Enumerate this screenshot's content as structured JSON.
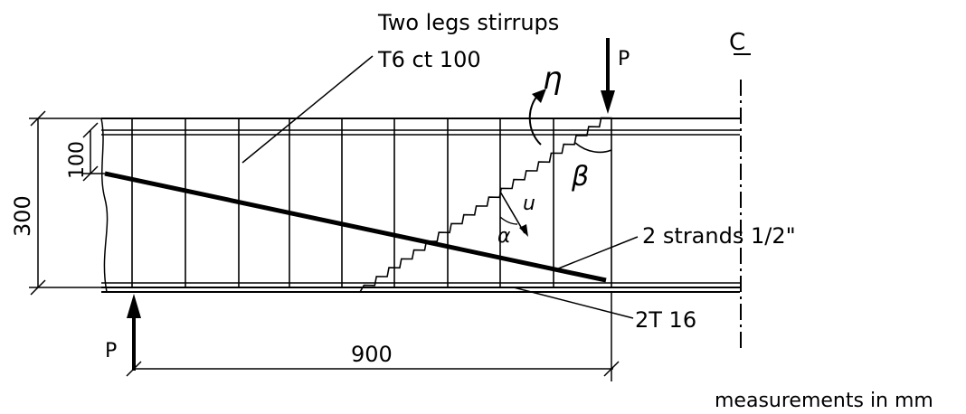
{
  "labels": {
    "stirrups_title": "Two legs stirrups",
    "stirrups_spec": "T6 ct 100",
    "load_top": "P",
    "load_bottom": "P",
    "centerline": "C",
    "eta": "η",
    "beta": "β",
    "u": "u",
    "alpha": "α",
    "strands": "2 strands 1/2\"",
    "bottom_bars": "2T 16",
    "span_dim": "900",
    "height_dim": "300",
    "eccentricity_dim": "100",
    "units_note": "measurements in mm"
  }
}
